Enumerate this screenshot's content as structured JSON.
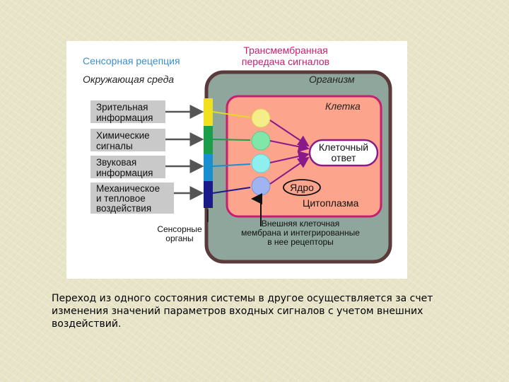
{
  "diagram": {
    "header_left": "Сенсорная рецепция",
    "header_right": [
      "Трансмембранная",
      "передача сигналов"
    ],
    "environment_label": "Окружающая среда",
    "organism_label": "Организм",
    "cell_label": "Клетка",
    "inputs": [
      {
        "lines": [
          "Зрительная",
          "информация"
        ]
      },
      {
        "lines": [
          "Химические",
          "сигналы"
        ]
      },
      {
        "lines": [
          "Звуковая",
          "информация"
        ]
      },
      {
        "lines": [
          "Механическое",
          "и тепловое",
          "воздействия"
        ]
      }
    ],
    "sensor_label": [
      "Сенсорные",
      "органы"
    ],
    "response_label": [
      "Клеточный",
      "ответ"
    ],
    "nucleus_label": "Ядро",
    "cytoplasm_label": "Цитоплазма",
    "membrane_label": [
      "Внешняя клеточная",
      "мембрана и интегрированные",
      "в нее рецепторы"
    ],
    "colors": {
      "organism": "#8ea69c",
      "cell": "#fca58c",
      "membrane_border": "#c81e6e",
      "receptor_yellow": "#f5ec8a",
      "receptor_green": "#7fe8a8",
      "receptor_cyan": "#8ef0ee",
      "receptor_blue": "#9fb4f0"
    }
  },
  "caption": "Переход из одного состояния системы в другое осуществляется за счет изменения значений параметров входных сигналов с учетом внешних воздействий."
}
